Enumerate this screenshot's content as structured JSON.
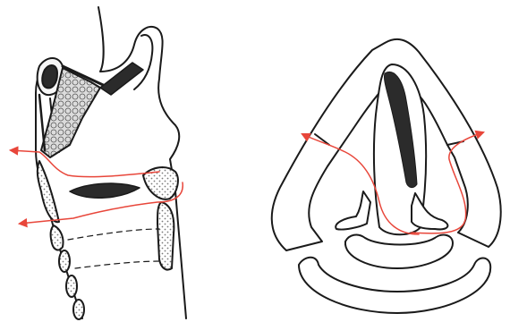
{
  "diagram": {
    "colors": {
      "outline": "#1a1a1a",
      "cartilage_fill": "#f6f6f6",
      "dark_fill": "#2b2b2b",
      "stipple": "#9a9a9a",
      "red_path": "#e8463a",
      "background": "#ffffff"
    },
    "panels": [
      "lateral-section",
      "superior-view"
    ],
    "arrows": [
      {
        "panel": "lateral-section",
        "direction": "left",
        "label": ""
      },
      {
        "panel": "lateral-section",
        "direction": "left",
        "label": ""
      },
      {
        "panel": "superior-view",
        "direction": "up-left",
        "label": ""
      },
      {
        "panel": "superior-view",
        "direction": "up-right",
        "label": ""
      }
    ]
  }
}
